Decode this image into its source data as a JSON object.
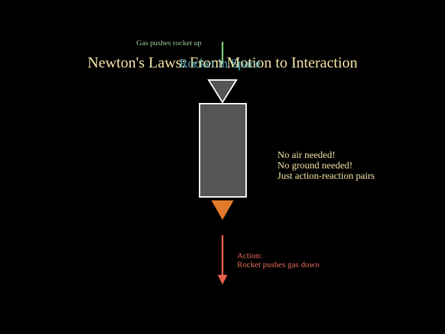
{
  "title": "Newton's Laws: From Motion to Interaction",
  "overlapping_label": "Rocket in Space",
  "reaction_label": "Gas pushes rocket up",
  "notes": [
    "No air needed!",
    "No ground needed!",
    "Just action-reaction pairs"
  ],
  "action": {
    "title": "Action:",
    "text": "Rocket pushes gas down"
  },
  "colors": {
    "background": "#000000",
    "title": "#f3e6a6",
    "reaction_arrow": "#7cc47a",
    "action_arrow": "#e8604c",
    "rocket_body": "#555555",
    "rocket_outline": "#ffffff",
    "nose_cone": "#555555",
    "exhaust_flame": "#e07a2a"
  }
}
